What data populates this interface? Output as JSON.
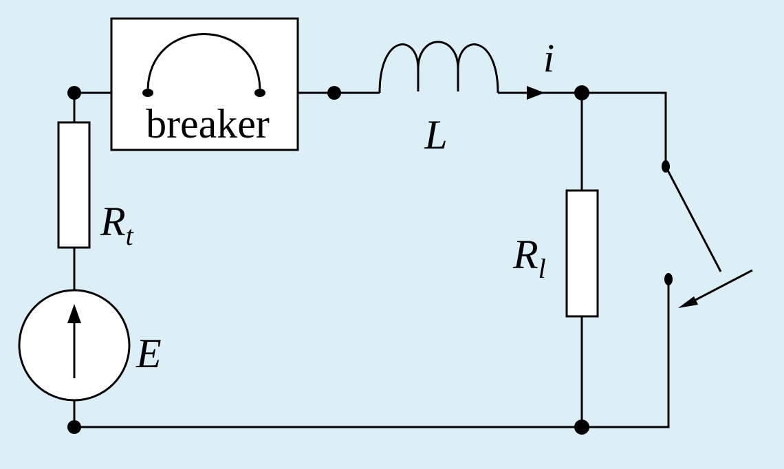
{
  "diagram": {
    "breaker_label": "breaker",
    "inductor_label": "L",
    "current_label": "i",
    "source_resistor_label": {
      "main": "R",
      "sub": "t"
    },
    "load_resistor_label": {
      "main": "R",
      "sub": "l"
    },
    "source_label": "E"
  },
  "colors": {
    "background": "#dceef6",
    "line": "#000000",
    "component_fill": "#ffffff"
  }
}
